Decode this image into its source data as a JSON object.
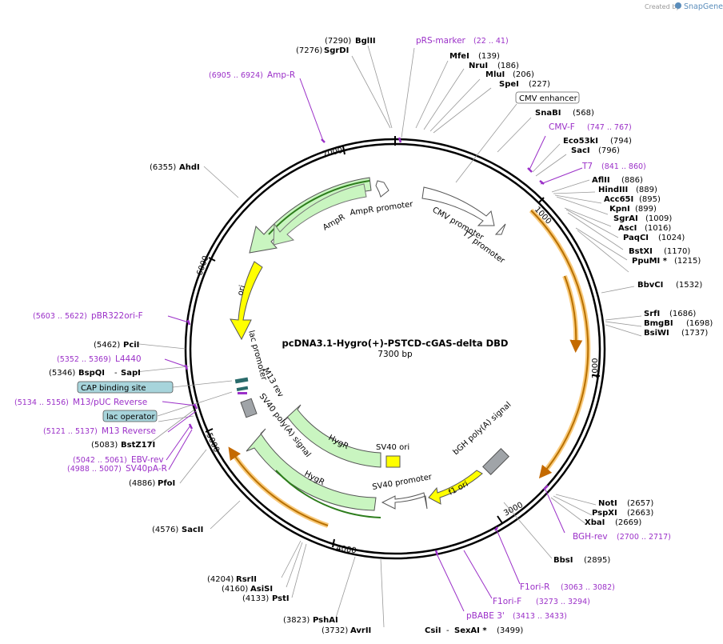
{
  "credit": {
    "created_by": "Created by",
    "brand": "SnapGene"
  },
  "plasmid": {
    "name": "pcDNA3.1-Hygro(+)-PSTCD-cGAS-delta DBD",
    "size": "7300 bp"
  },
  "ticks": [
    "1000",
    "2000",
    "3000",
    "4000",
    "5000",
    "6000",
    "7000"
  ],
  "sites": {
    "bglII": {
      "pos": "(7290)",
      "name": "BglII"
    },
    "sgrDI": {
      "pos": "(7276)",
      "name": "SgrDI"
    },
    "prs": {
      "name": "pRS-marker",
      "range": "(22 .. 41)"
    },
    "mfeI": {
      "name": "MfeI",
      "pos": "(139)"
    },
    "nruI": {
      "name": "NruI",
      "pos": "(186)"
    },
    "mluI": {
      "name": "MluI",
      "pos": "(206)"
    },
    "speI": {
      "name": "SpeI",
      "pos": "(227)"
    },
    "cmvEnh": {
      "name": "CMV enhancer"
    },
    "snaBI": {
      "name": "SnaBI",
      "pos": "(568)"
    },
    "cmvF": {
      "name": "CMV-F",
      "range": "(747 .. 767)"
    },
    "eco53": {
      "name": "Eco53kI",
      "pos": "(794)"
    },
    "sacI": {
      "name": "SacI",
      "pos": "(796)"
    },
    "t7": {
      "name": "T7",
      "range": "(841 .. 860)"
    },
    "aflII": {
      "name": "AflII",
      "pos": "(886)"
    },
    "hindIII": {
      "name": "HindIII",
      "pos": "(889)"
    },
    "acc65": {
      "name": "Acc65I",
      "pos": "(895)"
    },
    "kpnI": {
      "name": "KpnI",
      "pos": "(899)"
    },
    "sgrAI": {
      "name": "SgrAI",
      "pos": "(1009)"
    },
    "ascI": {
      "name": "AscI",
      "pos": "(1016)"
    },
    "paqCI": {
      "name": "PaqCI",
      "pos": "(1024)"
    },
    "bstXI": {
      "name": "BstXI",
      "pos": "(1170)"
    },
    "ppuMI": {
      "name": "PpuMI *",
      "pos": "(1215)"
    },
    "bbvCI": {
      "name": "BbvCI",
      "pos": "(1532)"
    },
    "srfI": {
      "name": "SrfI",
      "pos": "(1686)"
    },
    "bmgBI": {
      "name": "BmgBI",
      "pos": "(1698)"
    },
    "bsiWI": {
      "name": "BsiWI",
      "pos": "(1737)"
    },
    "notI": {
      "name": "NotI",
      "pos": "(2657)"
    },
    "pspXI": {
      "name": "PspXI",
      "pos": "(2663)"
    },
    "xbaI": {
      "name": "XbaI",
      "pos": "(2669)"
    },
    "bghRev": {
      "name": "BGH-rev",
      "range": "(2700 .. 2717)"
    },
    "bbsI": {
      "name": "BbsI",
      "pos": "(2895)"
    },
    "f1oriR": {
      "name": "F1ori-R",
      "range": "(3063 .. 3082)"
    },
    "f1oriF": {
      "name": "F1ori-F",
      "range": "(3273 .. 3294)"
    },
    "pbabe": {
      "name": "pBABE 3'",
      "range": "(3413 .. 3433)"
    },
    "csiI": {
      "name": "CsiI",
      "sep": "-",
      "name2": "SexAI *",
      "pos": "(3499)"
    },
    "avrII": {
      "pos": "(3732)",
      "name": "AvrII"
    },
    "pshAI": {
      "pos": "(3823)",
      "name": "PshAI"
    },
    "pstI": {
      "pos": "(4133)",
      "name": "PstI"
    },
    "asiSI": {
      "pos": "(4160)",
      "name": "AsiSI"
    },
    "rsrII": {
      "pos": "(4204)",
      "name": "RsrII"
    },
    "sacII": {
      "pos": "(4576)",
      "name": "SacII"
    },
    "pfoI": {
      "pos": "(4886)",
      "name": "PfoI"
    },
    "sv40pa": {
      "range": "(4988 .. 5007)",
      "name": "SV40pA-R"
    },
    "ebv": {
      "range": "(5042 .. 5061)",
      "name": "EBV-rev"
    },
    "bstZ17I": {
      "pos": "(5083)",
      "name": "BstZ17I"
    },
    "m13rev": {
      "range": "(5121 .. 5137)",
      "name": "M13 Reverse"
    },
    "lacOp": {
      "name": "lac operator"
    },
    "m13puc": {
      "range": "(5134 .. 5156)",
      "name": "M13/pUC Reverse"
    },
    "cap": {
      "name": "CAP binding site"
    },
    "bspQI": {
      "pos": "(5346)",
      "name": "BspQI",
      "sep": "-",
      "name2": "SapI"
    },
    "l4440": {
      "range": "(5352 .. 5369)",
      "name": "L4440"
    },
    "pciI": {
      "pos": "(5462)",
      "name": "PciI"
    },
    "pbr322": {
      "range": "(5603 .. 5622)",
      "name": "pBR322ori-F"
    },
    "ahdI": {
      "pos": "(6355)",
      "name": "AhdI"
    },
    "ampR": {
      "range": "(6905 .. 6924)",
      "name": "Amp-R"
    }
  },
  "features": {
    "ampR": "AmpR",
    "ampRpromoter": "AmpR promoter",
    "cmvPromoter": "CMV promoter",
    "t7Promoter": "T7 promoter",
    "ori": "ori",
    "lacPromoter": "lac promoter",
    "m13rev": "M13 rev",
    "sv40pA": "SV40 poly(A) signal",
    "hygR1": "HygR",
    "hygR2": "HygR",
    "sv40ori": "SV40 ori",
    "sv40promoter": "SV40 promoter",
    "bghpA": "bGH poly(A) signal",
    "f1ori": "f1 ori"
  },
  "colors": {
    "primer": "#9b30c8",
    "cds": "#c9f5c0",
    "ori": "#ffff00",
    "orf": "#f5a623",
    "terminator": "#a0a4a8"
  }
}
